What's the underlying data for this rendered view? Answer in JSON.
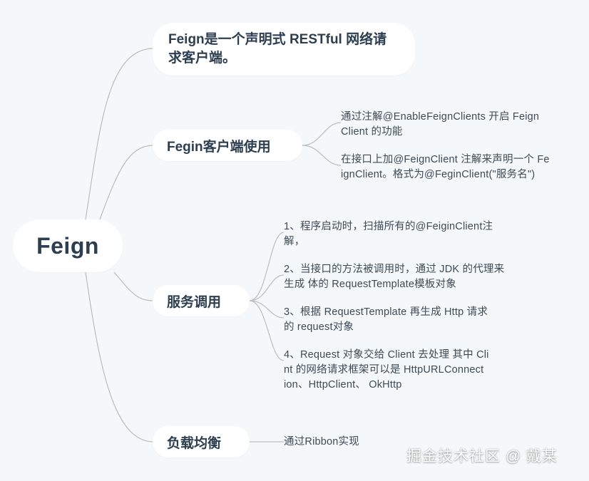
{
  "root": {
    "label": "Feign"
  },
  "branches": {
    "intro": {
      "label": "Feign是一个声明式 RESTful 网络请求客户端。"
    },
    "client_usage": {
      "label": "Fegin客户端使用",
      "leaves": [
        "通过注解@EnableFeignClients 开启 Feign\nClient 的功能",
        "在接口上加@FeignClient 注解来声明一个 Fe\nignClient。格式为@FeginClient(\"服务名\")"
      ]
    },
    "service_call": {
      "label": "服务调用",
      "leaves": [
        "1、程序启动时，扫描所有的@FeiginClient注\n解，",
        "2、当接口的方法被调用时，通过 JDK 的代理来\n生成 体的 RequestTemplate模板对象",
        "3、根据 RequestTemplate 再生成 Http 请求\n的 request对象",
        "4、Request 对象交给 Client 去处理 其中 Cli\nnt 的网络请求框架可以是 HttpURLConnect\nion、HttpClient、 OkHttp"
      ]
    },
    "load_balance": {
      "label": "负载均衡",
      "leaves": [
        "通过Ribbon实现"
      ]
    }
  },
  "watermark": "掘金技术社区 @ 戴某",
  "colors": {
    "background": "#f4f8fa",
    "node": "#ffffff",
    "connector": "#b8bdbf",
    "text": "#2c3e50"
  }
}
